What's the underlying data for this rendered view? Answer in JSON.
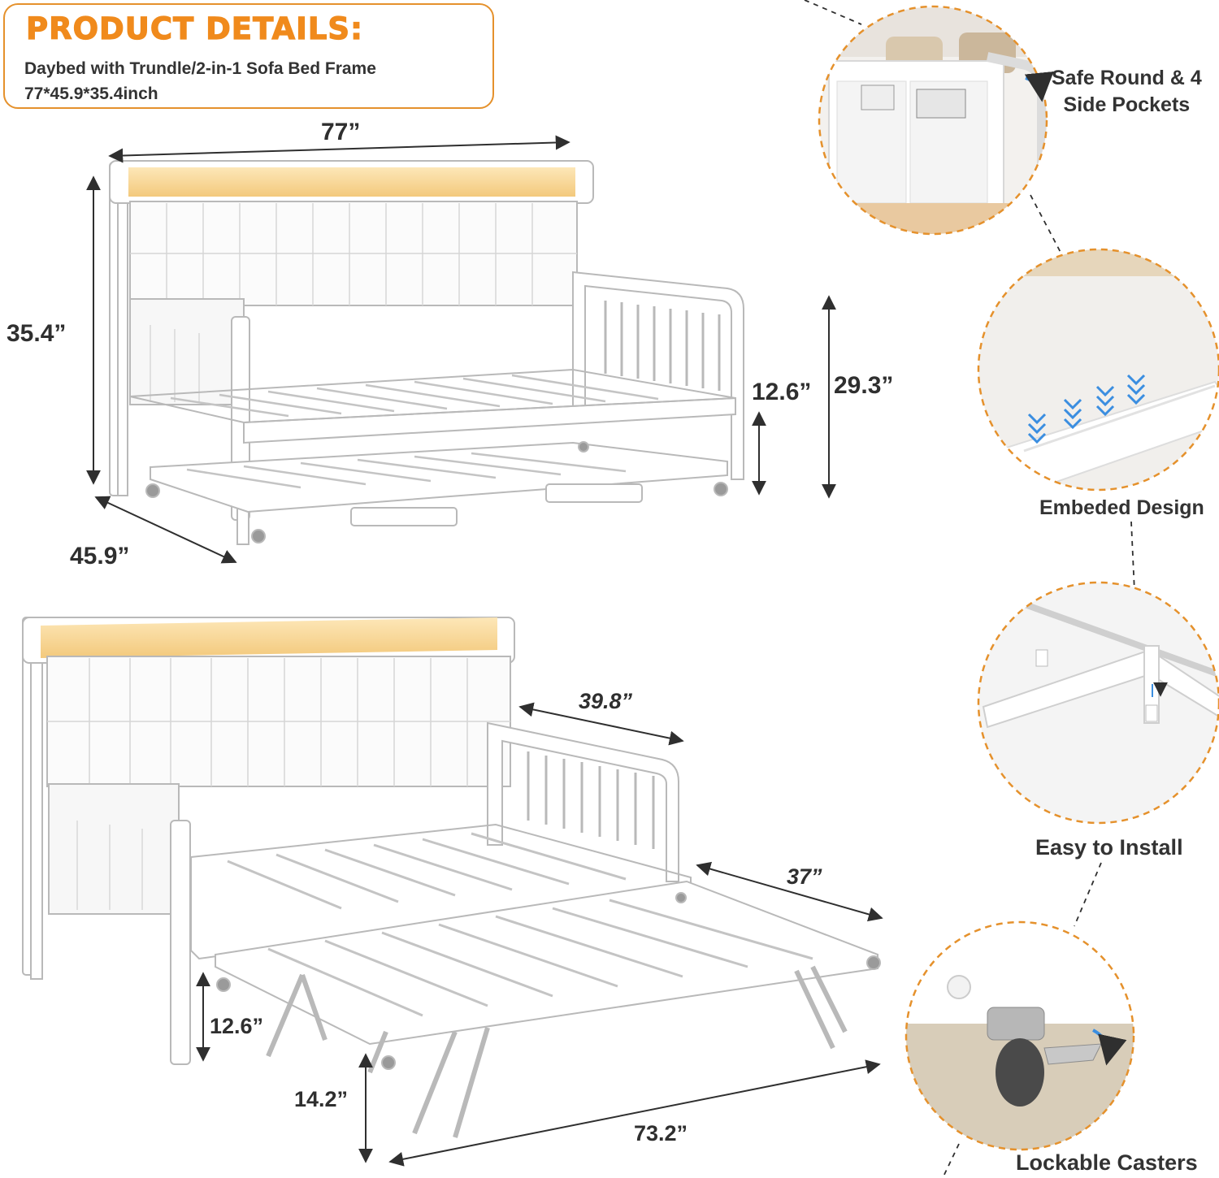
{
  "header": {
    "title": "PRODUCT DETAILS:",
    "line1": "Daybed with Trundle/2-in-1 Sofa Bed Frame",
    "line2": "77*45.9*35.4inch"
  },
  "dimensions_top": {
    "width": "77”",
    "height": "35.4”",
    "depth": "45.9”",
    "trundle_height": "12.6”",
    "arm_height": "29.3”"
  },
  "dimensions_bottom": {
    "arm_depth": "39.8”",
    "trundle_depth": "37”",
    "trundle_height": "12.6”",
    "raised_height": "14.2”",
    "trundle_length": "73.2”"
  },
  "features": {
    "pockets": "Safe Round & 4\nSide Pockets",
    "embedded": "Embeded Design",
    "install": "Easy to Install",
    "casters": "Lockable Casters"
  },
  "colors": {
    "accent_orange": "#f08a1c",
    "circle_border": "#e5912c",
    "frame": "#ffffff",
    "frame_outline": "#b9b9b9",
    "light_strip": "#f8d79a",
    "arrow_blue": "#3b8ee0",
    "text_dark": "#2f2f2f"
  }
}
